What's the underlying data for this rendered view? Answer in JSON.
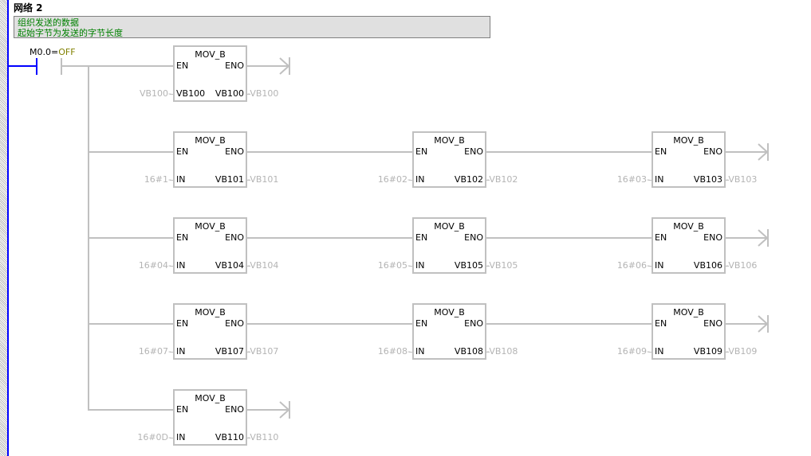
{
  "network": {
    "title": "网络 2",
    "comment_lines": [
      "组织发送的数据",
      "起始字节为发送的字节长度"
    ]
  },
  "contact": {
    "address": "M0.0",
    "equals": "=",
    "state": "OFF"
  },
  "colors": {
    "power_rail": "#0000ff",
    "wire": "#c0c0c0",
    "comment_text": "#008000",
    "state_text": "#808000",
    "status_value": "#b4b4b4"
  },
  "rows": [
    [
      {
        "title": "MOV_B",
        "en": "EN",
        "eno": "ENO",
        "in_pin": "VB100",
        "out_pin": "VB100",
        "in_value": "VB100",
        "out_value": "VB100"
      }
    ],
    [
      {
        "title": "MOV_B",
        "en": "EN",
        "eno": "ENO",
        "in_pin": "IN",
        "out_pin": "VB101",
        "in_value": "16#1",
        "out_value": "VB101"
      },
      {
        "title": "MOV_B",
        "en": "EN",
        "eno": "ENO",
        "in_pin": "IN",
        "out_pin": "VB102",
        "in_value": "16#02",
        "out_value": "VB102"
      },
      {
        "title": "MOV_B",
        "en": "EN",
        "eno": "ENO",
        "in_pin": "IN",
        "out_pin": "VB103",
        "in_value": "16#03",
        "out_value": "VB103"
      }
    ],
    [
      {
        "title": "MOV_B",
        "en": "EN",
        "eno": "ENO",
        "in_pin": "IN",
        "out_pin": "VB104",
        "in_value": "16#04",
        "out_value": "VB104"
      },
      {
        "title": "MOV_B",
        "en": "EN",
        "eno": "ENO",
        "in_pin": "IN",
        "out_pin": "VB105",
        "in_value": "16#05",
        "out_value": "VB105"
      },
      {
        "title": "MOV_B",
        "en": "EN",
        "eno": "ENO",
        "in_pin": "IN",
        "out_pin": "VB106",
        "in_value": "16#06",
        "out_value": "VB106"
      }
    ],
    [
      {
        "title": "MOV_B",
        "en": "EN",
        "eno": "ENO",
        "in_pin": "IN",
        "out_pin": "VB107",
        "in_value": "16#07",
        "out_value": "VB107"
      },
      {
        "title": "MOV_B",
        "en": "EN",
        "eno": "ENO",
        "in_pin": "IN",
        "out_pin": "VB108",
        "in_value": "16#08",
        "out_value": "VB108"
      },
      {
        "title": "MOV_B",
        "en": "EN",
        "eno": "ENO",
        "in_pin": "IN",
        "out_pin": "VB109",
        "in_value": "16#09",
        "out_value": "VB109"
      }
    ],
    [
      {
        "title": "MOV_B",
        "en": "EN",
        "eno": "ENO",
        "in_pin": "IN",
        "out_pin": "VB110",
        "in_value": "16#0D",
        "out_value": "VB110"
      }
    ]
  ]
}
